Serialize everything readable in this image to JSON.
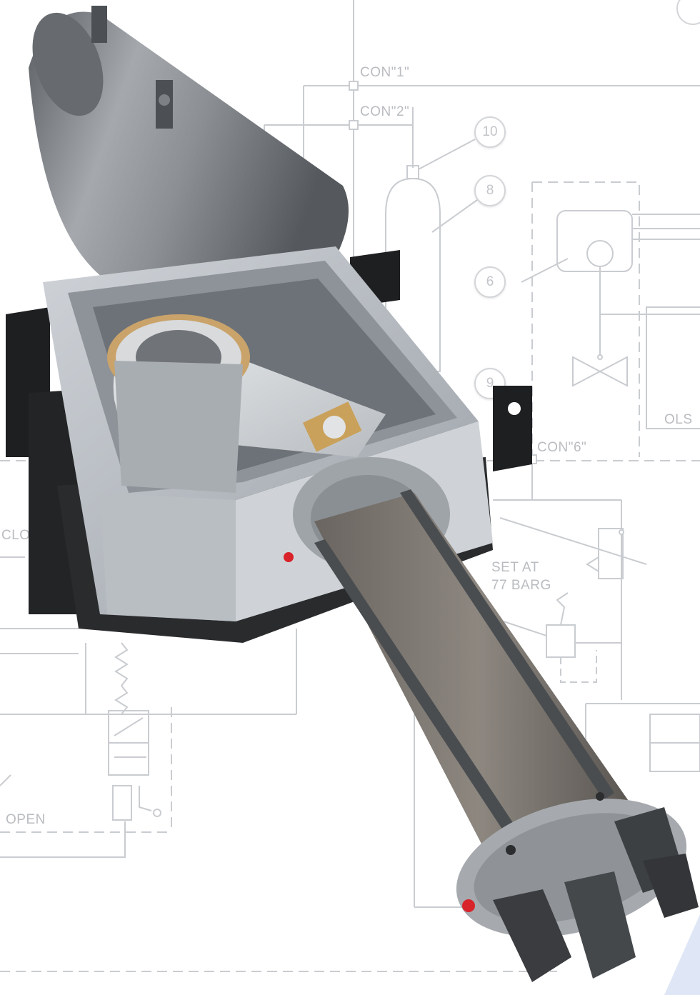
{
  "schematic": {
    "connections": [
      "CON\"1\"",
      "CON\"2\"",
      "CON\"6\""
    ],
    "callouts": [
      "10",
      "8",
      "6",
      "9"
    ],
    "labels": {
      "set_at": "SET AT",
      "pressure": "77 BARG",
      "open": "OPEN",
      "close": "CLOS",
      "ols": "OLS"
    }
  },
  "colors": {
    "schematic_line": "#c4c7cb",
    "actuator_steel": "#9ea3a8",
    "housing_black": "#1e1f21",
    "accent_corner": "#dfe6f6"
  }
}
